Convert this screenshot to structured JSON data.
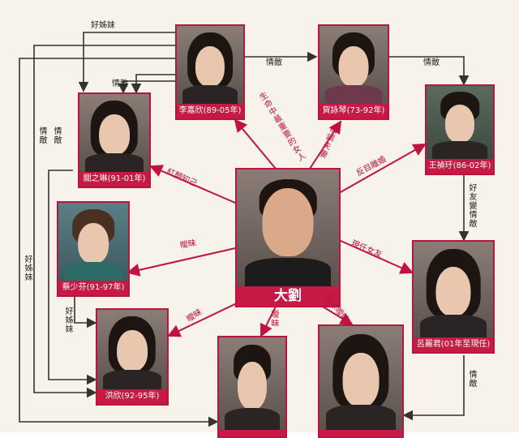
{
  "center": {
    "name": "大劉"
  },
  "nodes": [
    {
      "id": "li",
      "name": "李嘉欣",
      "period": "(89-05年)"
    },
    {
      "id": "he",
      "name": "賀詠琴",
      "period": "(73-92年)"
    },
    {
      "id": "wang",
      "name": "王禎玗",
      "period": "(86-02年)"
    },
    {
      "id": "guan",
      "name": "關之琳",
      "period": "(91-01年)"
    },
    {
      "id": "cai",
      "name": "蔡少芬",
      "period": "(91-97年)"
    },
    {
      "id": "lv",
      "name": "呂麗君",
      "period": "(01年至現任)"
    },
    {
      "id": "hong",
      "name": "洪欣",
      "period": "(92-95年)"
    },
    {
      "id": "bottom_mid",
      "name": "",
      "period": ""
    },
    {
      "id": "bottom_right",
      "name": "",
      "period": ""
    }
  ],
  "relations": {
    "li": "生命中最重要的女人",
    "he": "低調夫妻",
    "wang": "反目離婚",
    "guan": "紅顏知己",
    "cai": "曖昧",
    "lv": "現任女友",
    "hong": "曖昧",
    "bottom_mid": "曖昧",
    "bottom_right": "關係曖昧"
  },
  "side_labels": {
    "top_friends": "好姊妹",
    "li_to_he": "情敵",
    "he_to_wang": "情敵",
    "li_to_guan": "情敵",
    "left_outer": "情敵",
    "left_inner": "情敵",
    "left_far": "好姊妹",
    "cai_hong": "好姊妹",
    "wang_lv": "好友變情敵",
    "lv_bottom": "情敵"
  },
  "colors": {
    "accent": "#c61a44",
    "line_red": "#c2123d",
    "line_dark": "#333333"
  }
}
